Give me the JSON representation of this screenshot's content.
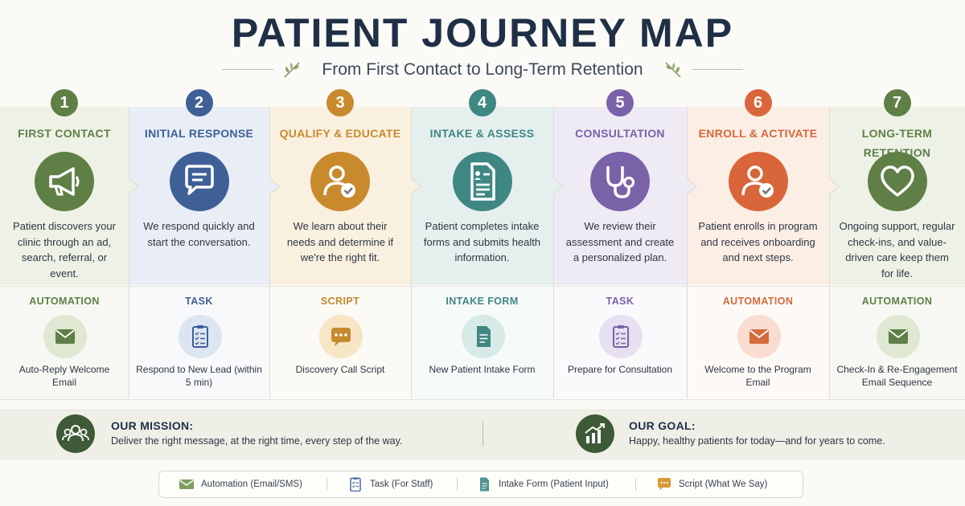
{
  "header": {
    "title": "PATIENT JOURNEY MAP",
    "subtitle": "From First Contact to Long-Term Retention"
  },
  "stages": [
    {
      "number": "1",
      "title": "FIRST CONTACT",
      "icon": "megaphone-icon",
      "description": "Patient discovers your clinic through an ad, search, referral, or event.",
      "item_type": "AUTOMATION",
      "item_icon": "envelope-icon",
      "item_name": "Auto-Reply Welcome Email",
      "color": "#5f7f47"
    },
    {
      "number": "2",
      "title": "INITIAL RESPONSE",
      "icon": "chat-bubble-icon",
      "description": "We respond quickly and start the conversation.",
      "item_type": "TASK",
      "item_icon": "clipboard-checklist-icon",
      "item_name": "Respond to New Lead (within 5 min)",
      "color": "#3f5f97"
    },
    {
      "number": "3",
      "title": "QUALIFY & EDUCATE",
      "icon": "person-check-icon",
      "description": "We learn about their needs and determine if we're the right fit.",
      "item_type": "SCRIPT",
      "item_icon": "speech-bubble-icon",
      "item_name": "Discovery Call Script",
      "color": "#c98a2e"
    },
    {
      "number": "4",
      "title": "INTAKE & ASSESS",
      "icon": "intake-document-icon",
      "description": "Patient completes intake forms and submits health information.",
      "item_type": "INTAKE FORM",
      "item_icon": "document-icon",
      "item_name": "New Patient Intake Form",
      "color": "#3f8783"
    },
    {
      "number": "5",
      "title": "CONSULTATION",
      "icon": "stethoscope-icon",
      "description": "We review their assessment and create a personalized plan.",
      "item_type": "TASK",
      "item_icon": "clipboard-checklist-icon",
      "item_name": "Prepare for Consultation",
      "color": "#7a62a8"
    },
    {
      "number": "6",
      "title": "ENROLL & ACTIVATE",
      "icon": "person-check-icon",
      "description": "Patient enrolls in program and receives onboarding and next steps.",
      "item_type": "AUTOMATION",
      "item_icon": "envelope-icon",
      "item_name": "Welcome to the Program Email",
      "color": "#d9663a"
    },
    {
      "number": "7",
      "title": "LONG-TERM RETENTION",
      "icon": "heart-icon",
      "description": "Ongoing support, regular check-ins, and value-driven care keep them for life.",
      "item_type": "AUTOMATION",
      "item_icon": "envelope-icon",
      "item_name": "Check-In & Re-Engagement Email Sequence",
      "color": "#5f7f47"
    }
  ],
  "mission": {
    "title": "OUR MISSION:",
    "text": "Deliver the right message, at the right time, every step of the way.",
    "icon": "people-group-icon"
  },
  "goal": {
    "title": "OUR GOAL:",
    "text": "Happy, healthy patients for today—and for years to come.",
    "icon": "growth-chart-icon"
  },
  "legend": [
    {
      "icon": "envelope-icon",
      "label": "Automation (Email/SMS)",
      "color": "#6f9152"
    },
    {
      "icon": "clipboard-checklist-icon",
      "label": "Task (For Staff)",
      "color": "#4a6aa8"
    },
    {
      "icon": "document-icon",
      "label": "Intake Form (Patient Input)",
      "color": "#3f8783"
    },
    {
      "icon": "speech-bubble-icon",
      "label": "Script (What We Say)",
      "color": "#d29a3a"
    }
  ]
}
